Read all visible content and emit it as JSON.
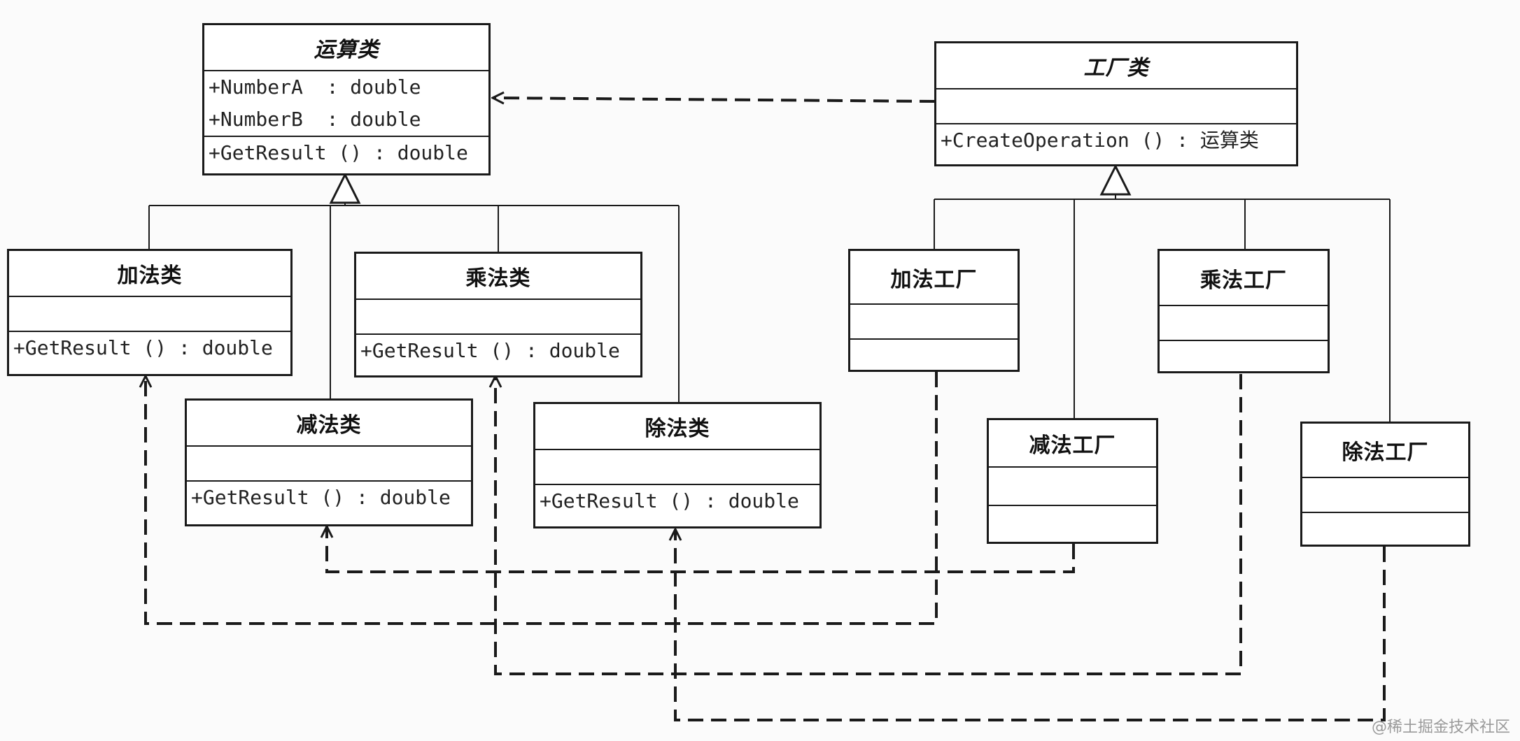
{
  "classes": {
    "operation": {
      "name": "运算类",
      "attr1": "+NumberA  : double",
      "attr2": "+NumberB  : double",
      "method": "+GetResult () : double"
    },
    "factory": {
      "name": "工厂类",
      "method": "+CreateOperation () : 运算类"
    },
    "add": {
      "name": "加法类",
      "method": "+GetResult () : double"
    },
    "sub": {
      "name": "减法类",
      "method": "+GetResult () : double"
    },
    "mul": {
      "name": "乘法类",
      "method": "+GetResult () : double"
    },
    "div": {
      "name": "除法类",
      "method": "+GetResult () : double"
    },
    "add_factory": {
      "name": "加法工厂"
    },
    "sub_factory": {
      "name": "减法工厂"
    },
    "mul_factory": {
      "name": "乘法工厂"
    },
    "div_factory": {
      "name": "除法工厂"
    }
  },
  "relations": {
    "generalization": [
      {
        "from": "加法类",
        "to": "运算类"
      },
      {
        "from": "减法类",
        "to": "运算类"
      },
      {
        "from": "乘法类",
        "to": "运算类"
      },
      {
        "from": "除法类",
        "to": "运算类"
      },
      {
        "from": "加法工厂",
        "to": "工厂类"
      },
      {
        "from": "减法工厂",
        "to": "工厂类"
      },
      {
        "from": "乘法工厂",
        "to": "工厂类"
      },
      {
        "from": "除法工厂",
        "to": "工厂类"
      }
    ],
    "dependency": [
      {
        "from": "工厂类",
        "to": "运算类"
      },
      {
        "from": "加法工厂",
        "to": "加法类"
      },
      {
        "from": "减法工厂",
        "to": "减法类"
      },
      {
        "from": "乘法工厂",
        "to": "乘法类"
      },
      {
        "from": "除法工厂",
        "to": "除法类"
      }
    ]
  },
  "colors": {
    "line": "#1a1a1a",
    "box": "#ffffff",
    "background": "#fbfbfb"
  },
  "watermark": "@稀土掘金技术社区"
}
